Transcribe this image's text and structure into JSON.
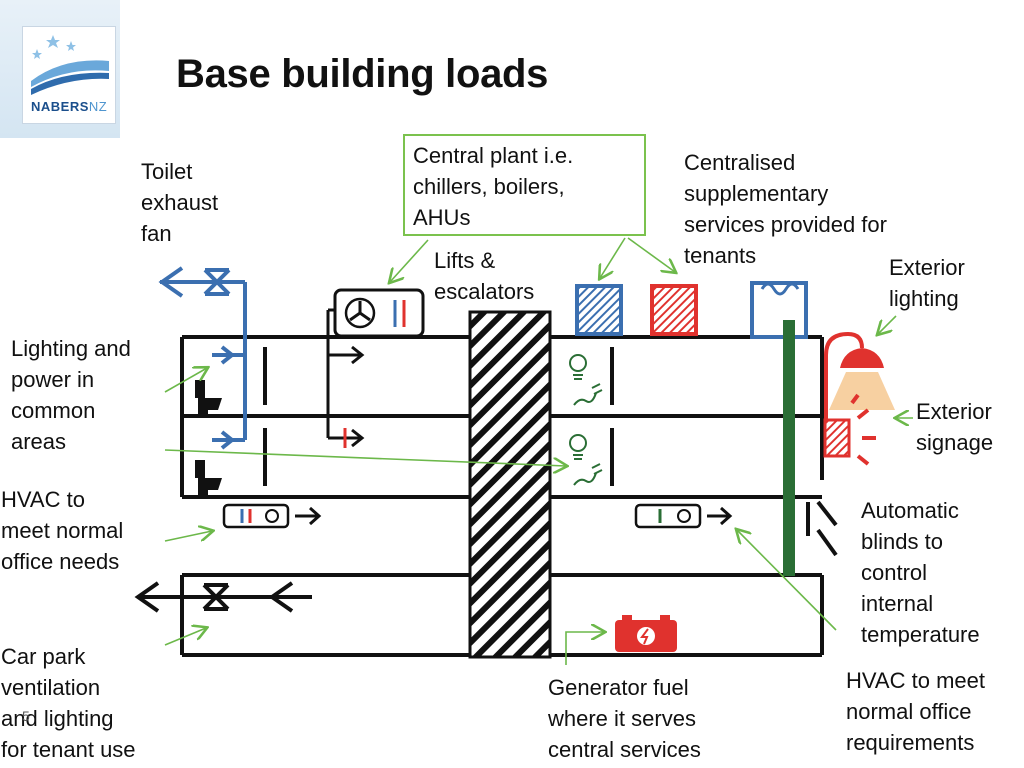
{
  "title": "Base building loads",
  "logo": {
    "brand": "NABERS",
    "suffix": "NZ"
  },
  "labels": {
    "toilet_exhaust": "Toilet\nexhaust\nfan",
    "central_plant": "Central plant i.e.\nchillers, boilers,\nAHUs",
    "centralised": "Centralised\nsupplementary\nservices provided for\ntenants",
    "lifts": "Lifts &\nescalators",
    "exterior_lighting": "Exterior\nlighting",
    "lighting_power": "Lighting and\npower in\ncommon\nareas",
    "exterior_signage": "Exterior\nsignage",
    "hvac_normal_left": "HVAC to\nmeet normal\noffice needs",
    "automatic_blinds": "Automatic\nblinds to\ncontrol\ninternal\ntemperature",
    "car_park": "Car park\nventilation\nand lighting\nfor tenant use",
    "generator": "Generator fuel\nwhere it serves\ncentral services",
    "hvac_normal_right": "HVAC to meet\nnormal office\nrequirements"
  },
  "page_number": "5",
  "colors": {
    "blue": "#3b6fb0",
    "red": "#e0322e",
    "green_arrow": "#6cb84a",
    "riser_green": "#2a6e35",
    "black": "#111111"
  }
}
